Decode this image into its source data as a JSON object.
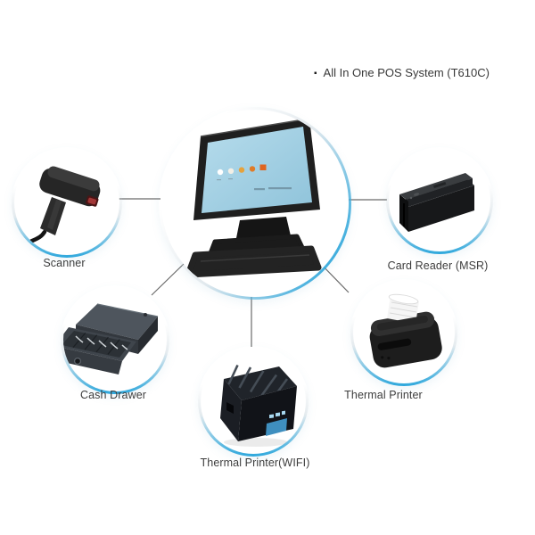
{
  "title": {
    "bullet": "▪",
    "text": "All In One POS System (T610C)"
  },
  "center_node": {
    "id": "pos-terminal",
    "device": "all-in-one-pos-touch-terminal"
  },
  "nodes": [
    {
      "id": "scanner",
      "label": "Scanner",
      "device": "handheld-barcode-scanner"
    },
    {
      "id": "card-reader-msr",
      "label": "Card Reader (MSR)",
      "device": "magnetic-stripe-card-reader"
    },
    {
      "id": "cash-drawer",
      "label": "Cash Drawer",
      "device": "open-cash-drawer"
    },
    {
      "id": "thermal-printer",
      "label": "Thermal Printer",
      "device": "thermal-receipt-printer"
    },
    {
      "id": "thermal-printer-wifi",
      "label": "Thermal Printer(WIFI)",
      "device": "wifi-thermal-receipt-printer"
    }
  ],
  "colors": {
    "background": "#ffffff",
    "accent_blue": "#2da7dc",
    "connector_gray": "#6b6b6b",
    "screen_blue": "#a3cfe2",
    "text": "#3d3d3d"
  }
}
